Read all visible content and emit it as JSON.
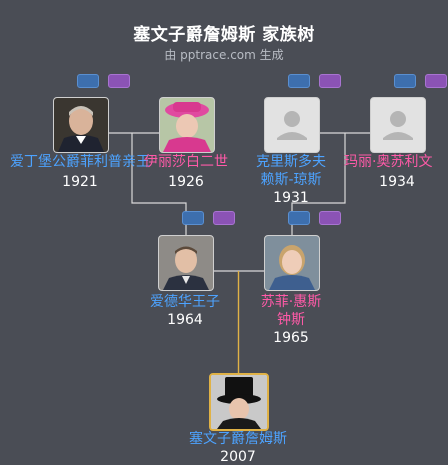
{
  "title": "塞文子爵詹姆斯 家族树",
  "subtitle": "由 pptrace.com 生成",
  "colors": {
    "background": "#4a4d55",
    "male_name": "#4da3ff",
    "female_name": "#ff5aa8",
    "line": "#d9d9d9",
    "highlight_line": "#e0b246",
    "tag_blue": "#3d6fae",
    "tag_purple": "#8b53b5"
  },
  "people": {
    "philip": {
      "name": "爱丁堡公爵菲利普亲王",
      "year": "1921"
    },
    "elizabeth": {
      "name": "伊丽莎白二世",
      "year": "1926"
    },
    "christopher": {
      "name_line1": "克里斯多夫",
      "name_line2": "赖斯-琼斯",
      "year": "1931"
    },
    "mary": {
      "name": "玛丽·奥苏利文",
      "year": "1934"
    },
    "edward": {
      "name": "爱德华王子",
      "year": "1964"
    },
    "sophie": {
      "name_line1": "苏菲·惠斯",
      "name_line2": "钟斯",
      "year": "1965"
    },
    "james": {
      "name": "塞文子爵詹姆斯",
      "year": "2007"
    }
  }
}
